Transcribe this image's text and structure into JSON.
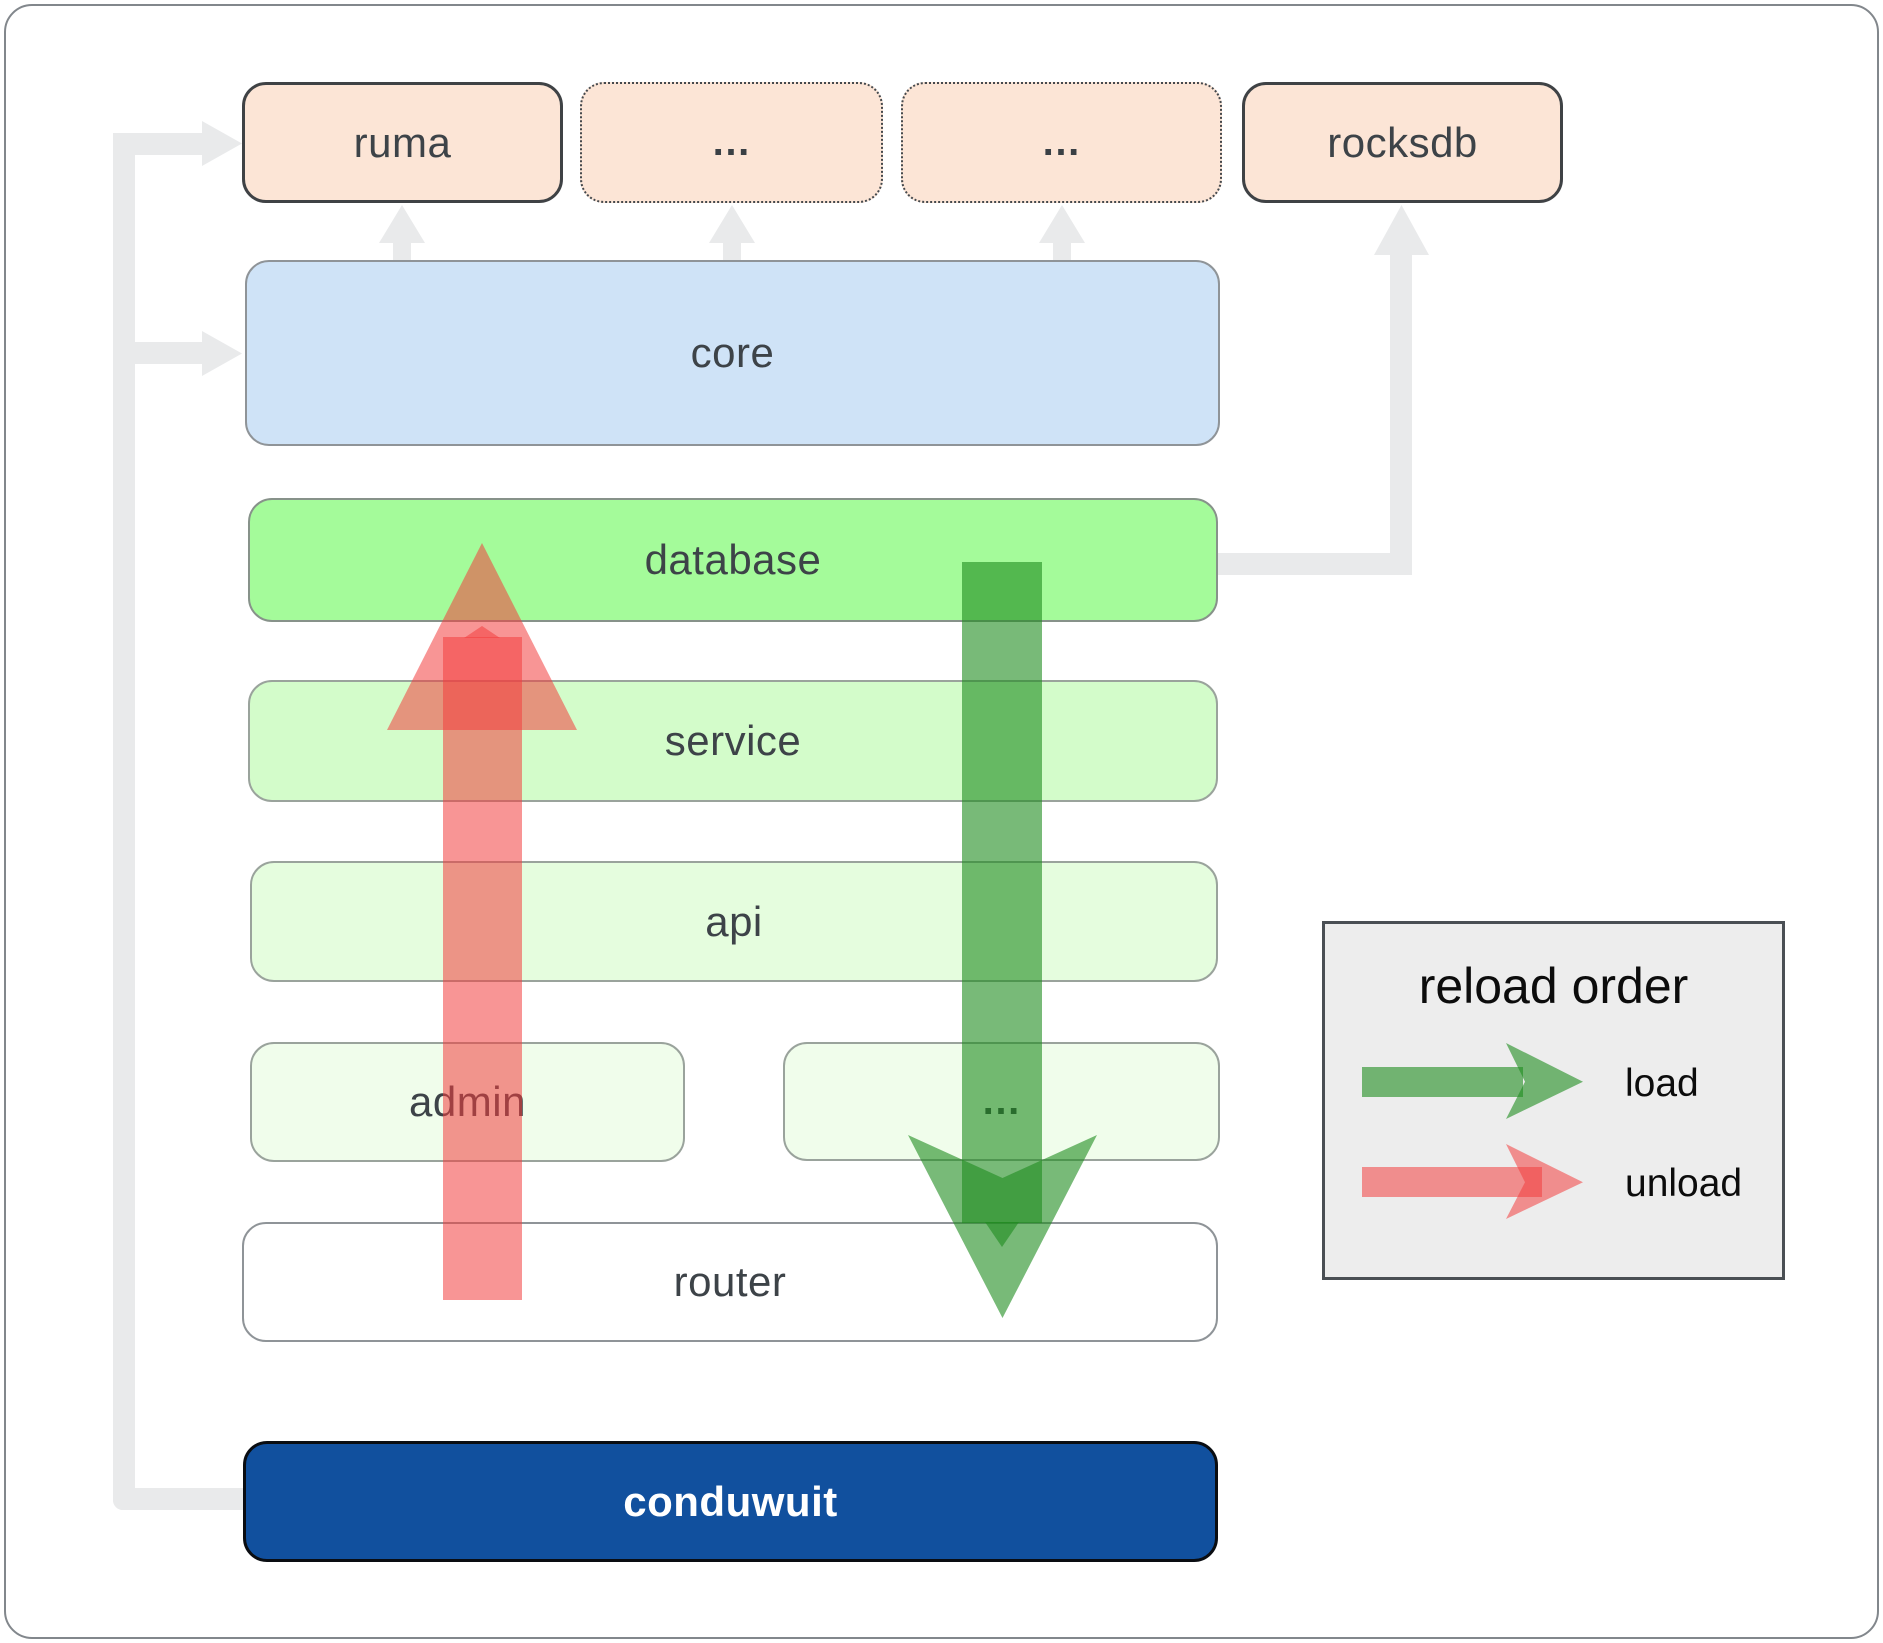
{
  "nodes": {
    "ruma": "ruma",
    "top_ellipsis_1": "…",
    "top_ellipsis_2": "…",
    "rocksdb": "rocksdb",
    "core": "core",
    "database": "database",
    "service": "service",
    "api": "api",
    "admin": "admin",
    "admin_ellipsis": "…",
    "router": "router",
    "conduwuit": "conduwuit"
  },
  "legend": {
    "title": "reload order",
    "items": [
      {
        "label": "load",
        "color": "#1e8c1e"
      },
      {
        "label": "unload",
        "color": "#f23e3e"
      }
    ]
  },
  "colors": {
    "peach": "#fce5d6",
    "core_blue": "#cfe3f7",
    "database_green": "#a4fb9a",
    "service_green": "#d3fcca",
    "api_green": "#e5fdde",
    "admin_green": "#f0fdeb",
    "router_white": "#ffffff",
    "conduwuit_navy": "#11509e",
    "load_arrow_green": "#1e8c1e",
    "unload_arrow_red": "#f23e3e",
    "connector_gray": "#e9eaeb",
    "label_dark": "#3d4348"
  }
}
